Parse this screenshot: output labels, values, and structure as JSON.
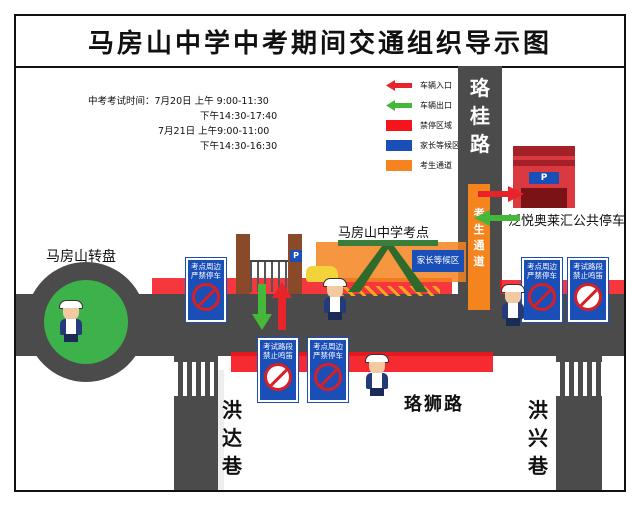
{
  "title": "马房山中学中考期间交通组织导示图",
  "schedule": {
    "line1": "中考考试时间：7月20日 上午 9:00-11:30",
    "line2": "下午14:30-17:40",
    "line3": "7月21日 上午9:00-11:00",
    "line4": "下午14:30-16:30"
  },
  "legend": [
    {
      "icon": "red-arrow-icon",
      "label": "车辆入口",
      "color": "#e8242a"
    },
    {
      "icon": "green-arrow-icon",
      "label": "车辆出口",
      "color": "#45b839"
    },
    {
      "icon": "red-swatch",
      "label": "禁停区域",
      "color": "#f5141b"
    },
    {
      "icon": "blue-swatch",
      "label": "家长等候区",
      "color": "#1a4fb8"
    },
    {
      "icon": "orange-swatch",
      "label": "考生通道",
      "color": "#f5841f"
    }
  ],
  "roads": {
    "luogui": "珞桂路",
    "luoshi": "珞狮路",
    "hongda": "洪达巷",
    "hongxing": "洪兴巷"
  },
  "places": {
    "roundabout": "马房山转盘",
    "school": "马房山中学考点",
    "parking": "泛悦奥莱汇公共停车场",
    "parking_sign": "P",
    "gate_parking_sign": "P",
    "parents_area": "家长等候区",
    "student_channel": "考生通道"
  },
  "signs": {
    "no_parking": "考点周边严禁停车",
    "no_honking": "考试路段禁止鸣笛"
  },
  "colors": {
    "road": "#4b4b4b",
    "no_parking_zone": "#f5141b",
    "parents_area": "#1a4fb8",
    "student_channel": "#f5841f",
    "roundabout": "#3db14a",
    "entry_arrow": "#e8242a",
    "exit_arrow": "#45b839"
  }
}
